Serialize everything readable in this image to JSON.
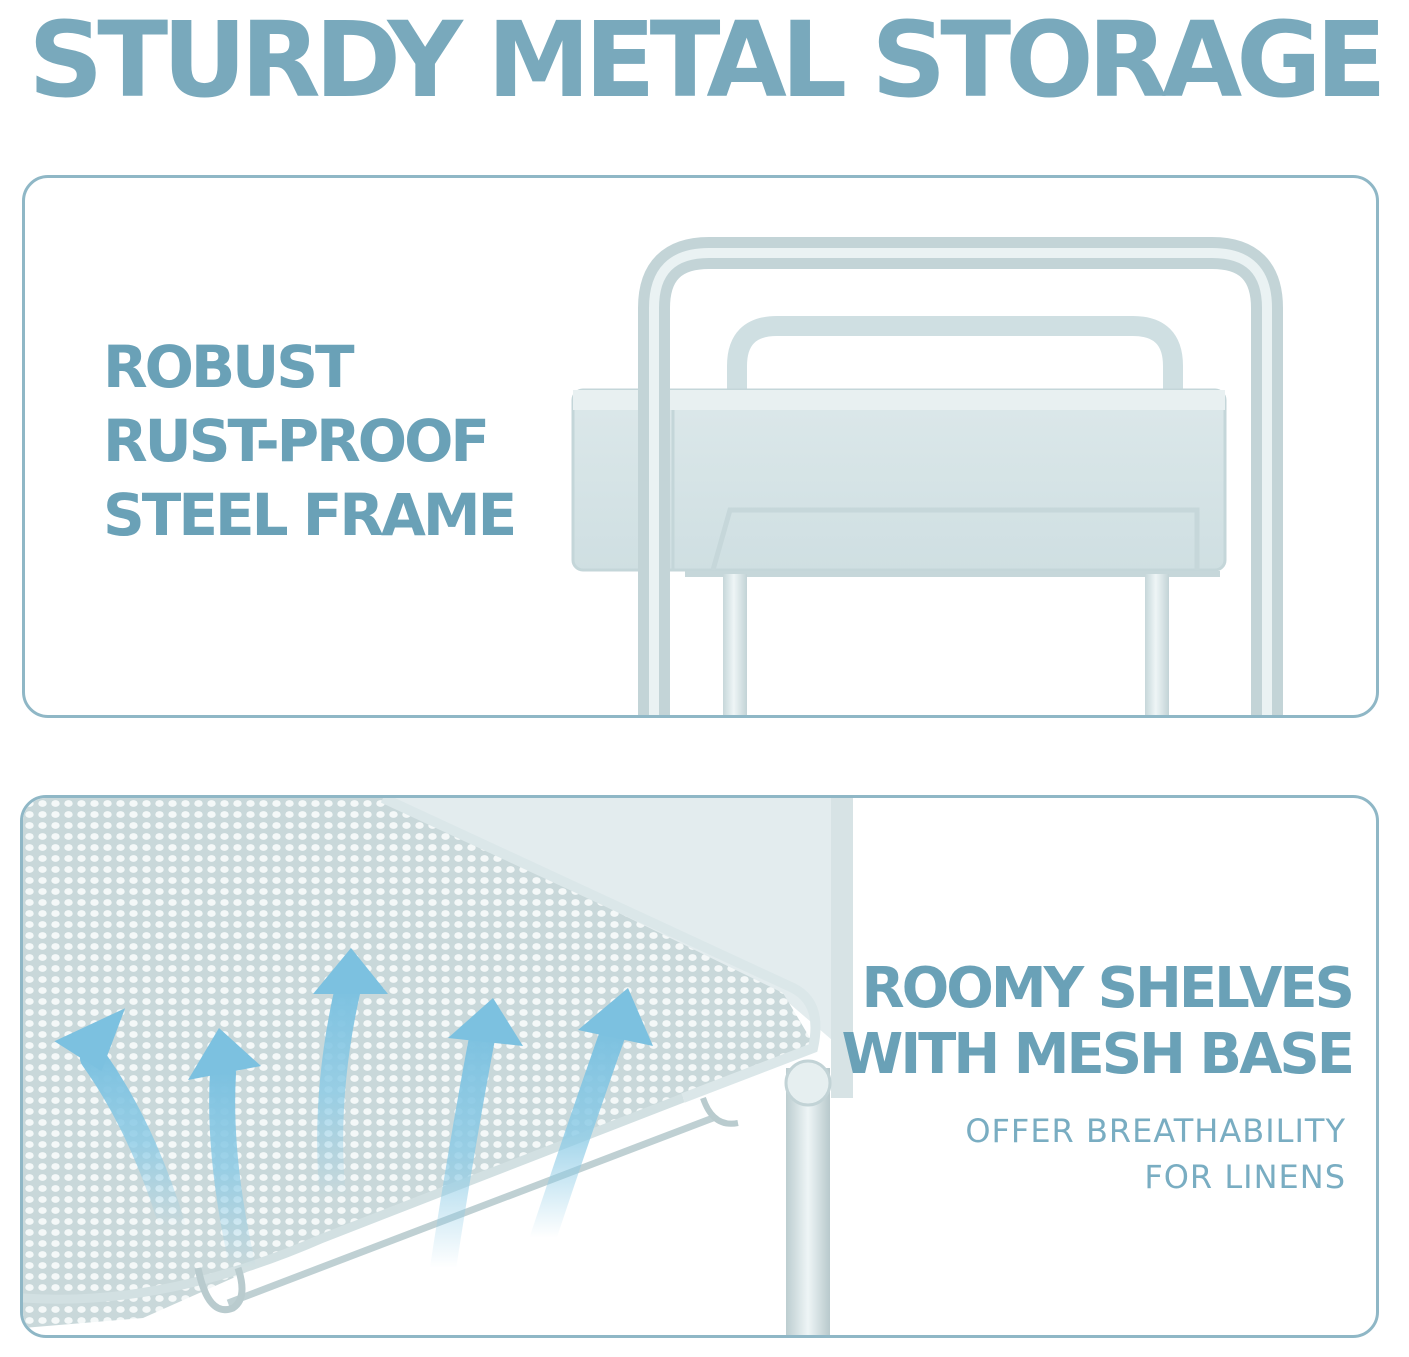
{
  "headline": "STURDY METAL STORAGE",
  "colors": {
    "accent": "#79a9bc",
    "panel_border": "#8fb7c6",
    "frame": "#d6e4e6",
    "arrow": "#8ccbe6"
  },
  "panels": {
    "frame": {
      "lines": [
        "ROBUST",
        "RUST-PROOF",
        "STEEL FRAME"
      ]
    },
    "shelf": {
      "lines": [
        "ROOMY SHELVES",
        "WITH MESH BASE"
      ],
      "sub_lines": [
        "OFFER BREATHABILITY",
        "FOR LINENS"
      ]
    }
  }
}
